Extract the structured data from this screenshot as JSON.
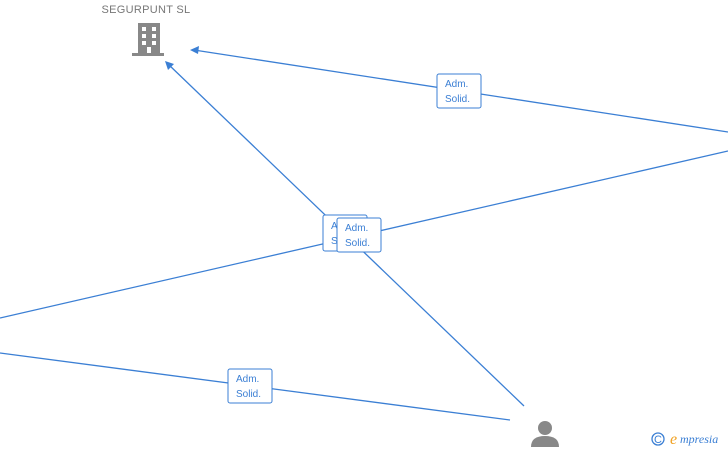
{
  "company_node": {
    "name": "SEGURPUNT SL",
    "icon": "building-icon"
  },
  "person_node": {
    "icon": "person-icon"
  },
  "edges": [
    {
      "id": "right-upper-to-company",
      "line1": "Adm.",
      "line2": "Solid."
    },
    {
      "id": "person-to-company",
      "line1": "Adm.",
      "line2": "Solid."
    },
    {
      "id": "left-to-right-cross",
      "line1": "Adm.",
      "line2": "Solid."
    },
    {
      "id": "left-lower-to-person",
      "line1": "Adm.",
      "line2": "Solid."
    }
  ],
  "hidden_behind_label": {
    "line1": "Adm.",
    "line2": "Solid."
  },
  "brand": {
    "copyright_symbol": "C",
    "first_letter": "e",
    "rest": "mpresia",
    "accent_color": "#f0a020",
    "primary_color": "#3b7fd4"
  },
  "colors": {
    "edge": "#3b7fd4",
    "node_icon": "#888888",
    "node_label": "#777777"
  }
}
